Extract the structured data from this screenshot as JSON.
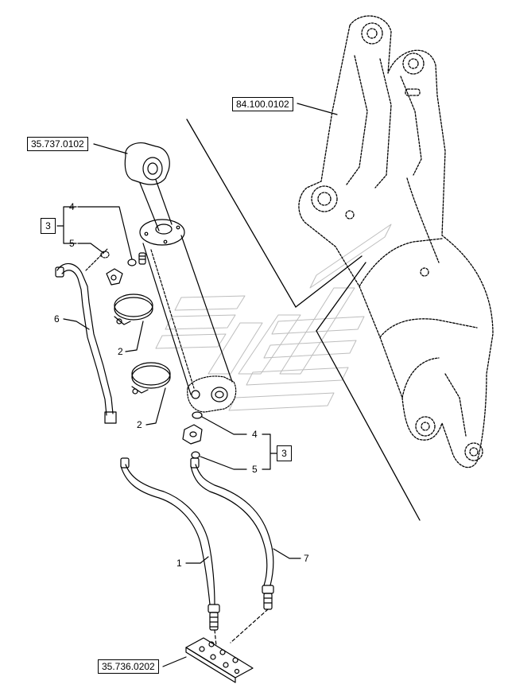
{
  "references": {
    "boom_arm": "84.100.0102",
    "cylinder": "35.737.0102",
    "block": "35.736.0202"
  },
  "kit_label": "3",
  "callouts": {
    "p1": "1",
    "p2a": "2",
    "p2b": "2",
    "p4a": "4",
    "p4b": "4",
    "p5a": "5",
    "p5b": "5",
    "p6": "6",
    "p7": "7"
  },
  "colors": {
    "ink": "#000000",
    "watermark": "#bdbdbd",
    "paper": "#ffffff"
  }
}
